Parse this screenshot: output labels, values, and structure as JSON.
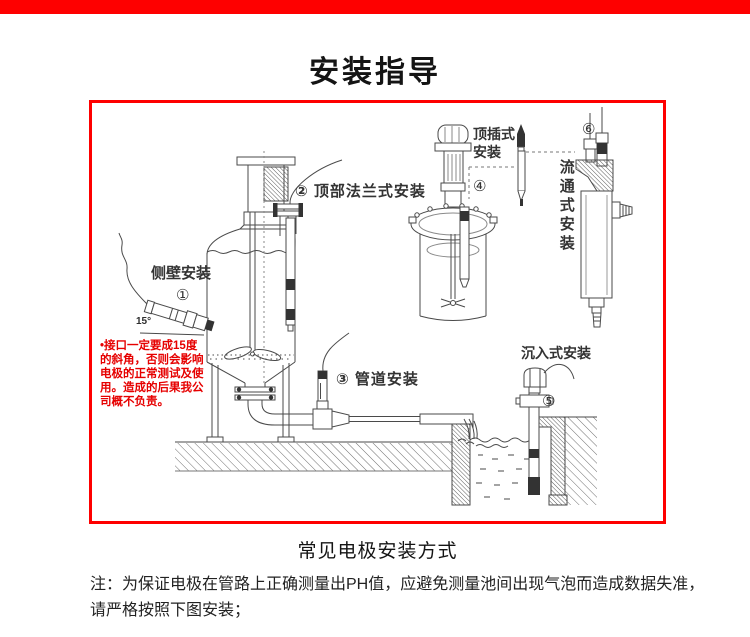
{
  "page": {
    "top_bar_color": "#fe0000",
    "title": "安装指导",
    "caption": "常见电极安装方式",
    "note": "注：为保证电极在管路上正确测量出PH值，应避免测量池间出现气泡而造成数据失准，\n请严格按照下图安装；"
  },
  "diagram": {
    "border_color": "#fe0000",
    "line_color": "#4a4a4a",
    "warning_color": "#e60000",
    "labels": {
      "side_wall": "侧壁安装",
      "num1": "①",
      "angle": "15°",
      "top_flange": "② 顶部法兰式安装",
      "pipeline": "③ 管道安装",
      "num4": "④",
      "top_insert": "顶插式\n安装",
      "num5": "⑤",
      "submerged": "沉入式安装",
      "num6": "⑥",
      "flow_through": "流通式安装"
    },
    "warning": "•接口一定要成15度\n的斜角，否则会影响\n电极的正常测试及使\n用。造成的后果我公\n司概不负责。"
  }
}
